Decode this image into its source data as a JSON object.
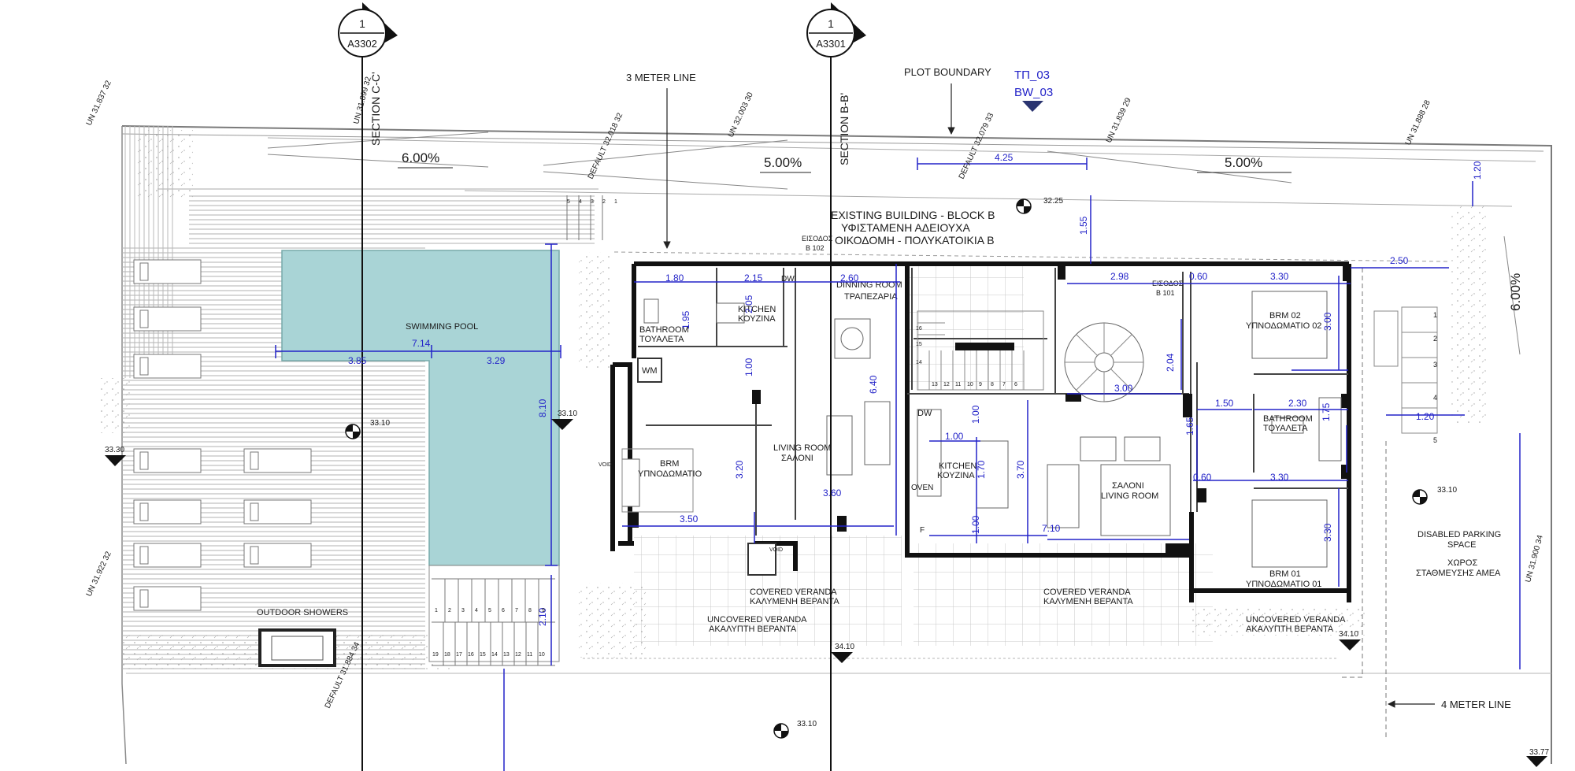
{
  "colors": {
    "wall": "#111111",
    "line": "#6a6a6a",
    "dim": "#2323c8",
    "pool": "#a9d4d6",
    "hatch": "#9a9a9a",
    "ground": "#bdbdbd"
  },
  "sections": [
    {
      "num": "1",
      "code": "A3302",
      "name": "SECTION C-C'"
    },
    {
      "num": "1",
      "code": "A3301",
      "name": "SECTION B-B'"
    }
  ],
  "callouts": {
    "three_meter": "3 METER LINE",
    "plot_boundary": "PLOT BOUNDARY",
    "four_meter": "4 METER LINE",
    "tag_tp": "ΤΠ_03",
    "tag_bw": "BW_03"
  },
  "slopes": [
    "6.00%",
    "5.00%",
    "5.00%",
    "6.00%"
  ],
  "existing_building": [
    "EXISTING BUILDING - BLOCK B",
    "ΥΦΙΣΤΑΜΕΝΗ ΑΔΕΙΟΥΧΑ",
    "ΟΙΚΟΔΟΜΗ - ΠΟΛΥΚΑΤΟΙΚΙΑ Β"
  ],
  "rooms": {
    "pool": "SWIMMING POOL",
    "showers": "OUTDOOR SHOWERS",
    "bathroom_a": [
      "BATHROOM",
      "ΤΟΥΑΛΕΤΑ"
    ],
    "kitchen_a": [
      "KITCHEN",
      "ΚΟΥΖΙΝΑ"
    ],
    "dining": [
      "DINNING ROOM",
      "ΤΡΑΠΕΖΑΡΙΑ"
    ],
    "bedroom_a": [
      "BRM",
      "ΥΠΝΟΔΩΜΑΤΙΟ"
    ],
    "living_a": [
      "LIVING ROOM",
      "ΣΑΛΟΝΙ"
    ],
    "kitchen_b": [
      "KITCHEN",
      "ΚΟΥΖΙΝΑ"
    ],
    "living_b": [
      "ΣΑΛΟΝΙ",
      "LIVING ROOM"
    ],
    "bathroom_b": [
      "BATHROOM",
      "ΤΟΥΑΛΕΤΑ"
    ],
    "brm02": [
      "BRM 02",
      "ΥΠΝΟΔΩΜΑΤΙΟ 02"
    ],
    "brm01": [
      "BRM 01",
      "ΥΠΝΟΔΩΜΑΤΙΟ 01"
    ],
    "covered_a": [
      "COVERED VERANDA",
      "ΚΑΛΥΜΕΝΗ ΒΕΡΑΝΤΑ"
    ],
    "uncovered_a": [
      "UNCOVERED VERANDA",
      "ΑΚΑΛΥΠΤΗ ΒΕΡΑΝΤΑ"
    ],
    "covered_b": [
      "COVERED VERANDA",
      "ΚΑΛΥΜΕΝΗ ΒΕΡΑΝΤΑ"
    ],
    "uncovered_b": [
      "UNCOVERED VERANDA",
      "ΑΚΑΛΥΠΤΗ ΒΕΡΑΝΤΑ"
    ],
    "parking": [
      "DISABLED PARKING",
      "SPACE",
      "ΧΩΡΟΣ",
      "ΣΤΑΘΜΕΥΣΗΣ ΑΜΕΑ"
    ],
    "entry_102": [
      "ΕΙΣΟΔΟΣ",
      "B 102"
    ],
    "entry_101": [
      "ΕΙΣΟΔΟΣ",
      "B 101"
    ],
    "wm": "WM",
    "dw_a": "DW",
    "dw_b": "DW",
    "oven": "OVEN",
    "void_a": "VOID",
    "void_b": "VOID",
    "f": "F"
  },
  "dimensions": {
    "pool_total": "7.14",
    "pool_left": "3.85",
    "pool_right": "3.29",
    "pool_height": "8.10",
    "steps_h": "2.10",
    "d180": "1.80",
    "d215": "2.15",
    "d260": "2.60",
    "d195": "1.95",
    "d205": "2.05",
    "d100a": "1.00",
    "d320": "3.20",
    "d350": "3.50",
    "d360": "3.60",
    "d640": "6.40",
    "d425": "4.25",
    "d155": "1.55",
    "d298": "2.98",
    "d060a": "0.60",
    "d330a": "3.30",
    "d250": "2.50",
    "d120a": "1.20",
    "d204": "2.04",
    "d300": "3.00",
    "d300b": "3.00",
    "d150": "1.50",
    "d230": "2.30",
    "d175": "1.75",
    "d165": "1.65",
    "d100b": "1.00",
    "d100c": "1.00",
    "d170": "1.70",
    "d370": "3.70",
    "d100d": "1.00",
    "d710": "7.10",
    "d060b": "0.60",
    "d330b": "3.30",
    "d330c": "3.30",
    "d120b": "1.20"
  },
  "levels": {
    "l3310a": "33.10",
    "l3310b": "33.10",
    "l3330": "33.30",
    "l3225": "32.25",
    "l3410a": "34.10",
    "l3410b": "34.10",
    "l3310c": "33.10",
    "l3310d": "33.10",
    "l3377": "33.77"
  },
  "neighbors": [
    {
      "a": "UN",
      "b": "31.837",
      "c": "32"
    },
    {
      "a": "UN",
      "b": "31.899",
      "c": "32"
    },
    {
      "a": "UN",
      "b": "32.003",
      "c": "30"
    },
    {
      "a": "DEFAULT",
      "b": "32.018",
      "c": "32"
    },
    {
      "a": "DEFAULT",
      "b": "32.079",
      "c": "33"
    },
    {
      "a": "UN",
      "b": "31.839",
      "c": "29"
    },
    {
      "a": "UN",
      "b": "31.888",
      "c": "28"
    },
    {
      "a": "UN",
      "b": "31.922",
      "c": "32"
    },
    {
      "a": "DEFAULT",
      "b": "31.884",
      "c": "34"
    },
    {
      "a": "UN",
      "b": "31.900",
      "c": "34"
    }
  ],
  "stair_numbers": {
    "top": [
      "5",
      "4",
      "3",
      "2",
      "1"
    ],
    "pool_row1": [
      "1",
      "2",
      "3",
      "4",
      "5",
      "6",
      "7",
      "8",
      "9"
    ],
    "pool_row2": [
      "19",
      "18",
      "17",
      "16",
      "15",
      "14",
      "13",
      "12",
      "11",
      "10"
    ],
    "parking": [
      "1",
      "2",
      "3",
      "4",
      "5"
    ],
    "interior_top": [
      "16",
      "15",
      "14"
    ],
    "interior_row": [
      "13",
      "12",
      "11",
      "10",
      "9",
      "8",
      "7",
      "6"
    ]
  }
}
